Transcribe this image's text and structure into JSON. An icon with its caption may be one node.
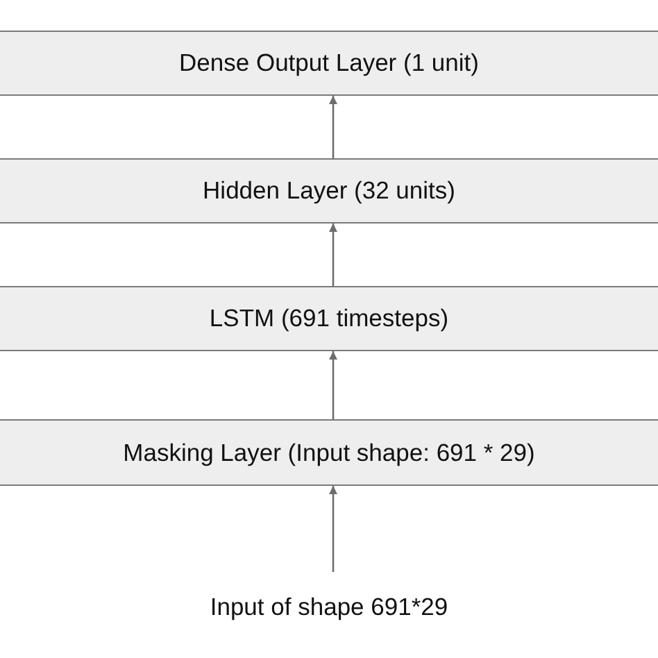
{
  "diagram": {
    "nodes": [
      {
        "text": [
          "Dense Output Layer (1 unit)"
        ]
      },
      {
        "text": [
          "Hidden Layer (32 units)"
        ]
      },
      {
        "text": [
          "LSTM (691 timesteps)"
        ]
      },
      {
        "text": [
          "Masking Layer (Input shape: 691 * 29)"
        ]
      },
      {
        "text": [
          "Input of shape 691*29"
        ]
      }
    ],
    "edges": [
      {
        "from": 4,
        "to": 3,
        "arrow": "to"
      },
      {
        "from": 3,
        "to": 2,
        "arrow": "to"
      },
      {
        "from": 2,
        "to": 1,
        "arrow": "to"
      },
      {
        "from": 1,
        "to": 0,
        "arrow": "to"
      }
    ]
  }
}
